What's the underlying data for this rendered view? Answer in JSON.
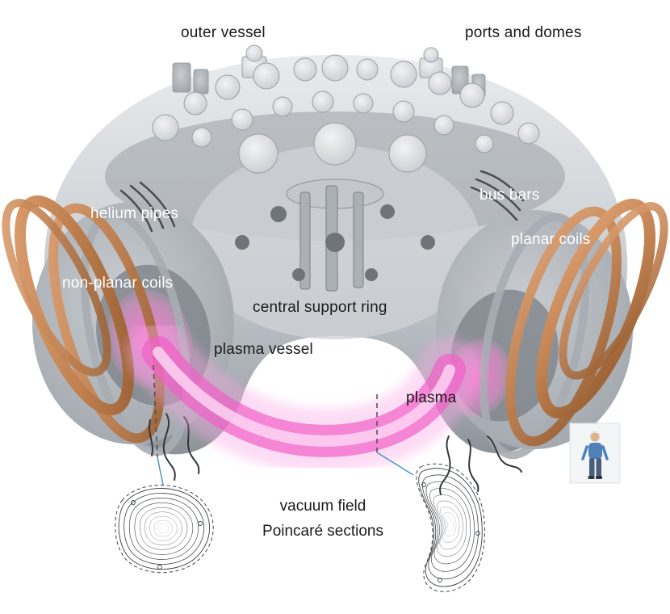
{
  "labels": {
    "outer_vessel": "outer vessel",
    "ports_and_domes": "ports and domes",
    "bus_bars": "bus bars",
    "helium_pipes": "helium pipes",
    "planar_coils": "planar coils",
    "non_planar_coils": "non-planar coils",
    "central_support_ring": "central support ring",
    "plasma_vessel": "plasma vessel",
    "plasma": "plasma"
  },
  "caption": {
    "line1": "vacuum field",
    "line2": "Poincaré sections"
  },
  "colors": {
    "label_dark": "#1a1a1a",
    "label_light": "#ffffff",
    "machine_gray": "#c7cbd0",
    "coil_copper": "#c08050",
    "plasma_pink": "#f25fc8",
    "callout_blue": "#4d94c8"
  }
}
